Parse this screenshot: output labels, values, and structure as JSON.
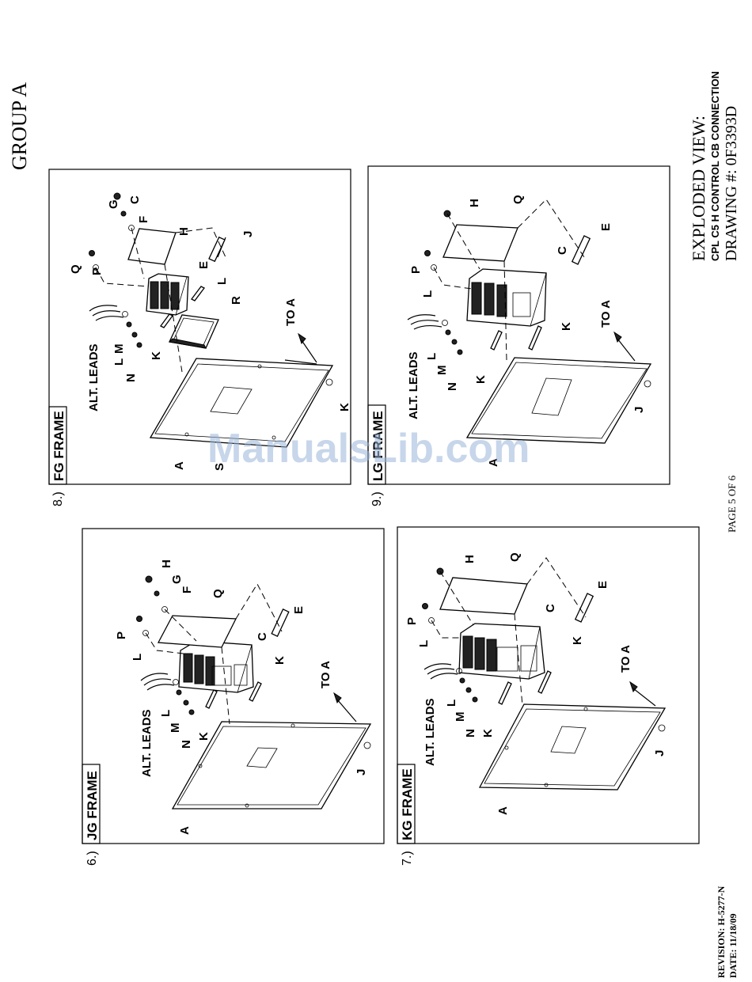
{
  "header": {
    "group": "GROUP A",
    "view_title": "EXPLODED VIEW:",
    "view_subtitle": "CPL C5 H CONTROL CB CONNECTION",
    "drawing_number": "DRAWING #: 0F3393D",
    "page": "PAGE 5 OF 6"
  },
  "footer": {
    "revision": "REVISION: H-5277-N",
    "date": "DATE: 11/18/09"
  },
  "watermark": "ManualsLib.com",
  "panels": [
    {
      "number": "6.)",
      "frame": "JG FRAME",
      "labels": [
        "A",
        "ALT. LEADS",
        "N",
        "M",
        "L",
        "K",
        "K",
        "L",
        "P",
        "Q",
        "H",
        "G",
        "F",
        "C",
        "E",
        "J",
        "TO A"
      ]
    },
    {
      "number": "7.)",
      "frame": "KG FRAME",
      "labels": [
        "A",
        "ALT. LEADS",
        "N",
        "M",
        "L",
        "K",
        "K",
        "L",
        "P",
        "Q",
        "H",
        "C",
        "E",
        "J",
        "TO A"
      ]
    },
    {
      "number": "8.)",
      "frame": "FG FRAME",
      "labels": [
        "A",
        "S",
        "ALT. LEADS",
        "N",
        "M",
        "L",
        "K",
        "K",
        "R",
        "L",
        "P",
        "Q",
        "H",
        "G",
        "F",
        "C",
        "E",
        "J",
        "TO A"
      ]
    },
    {
      "number": "9.)",
      "frame": "LG FRAME",
      "labels": [
        "A",
        "ALT. LEADS",
        "N",
        "M",
        "L",
        "K",
        "K",
        "L",
        "P",
        "Q",
        "H",
        "C",
        "E",
        "J",
        "TO A"
      ]
    }
  ]
}
